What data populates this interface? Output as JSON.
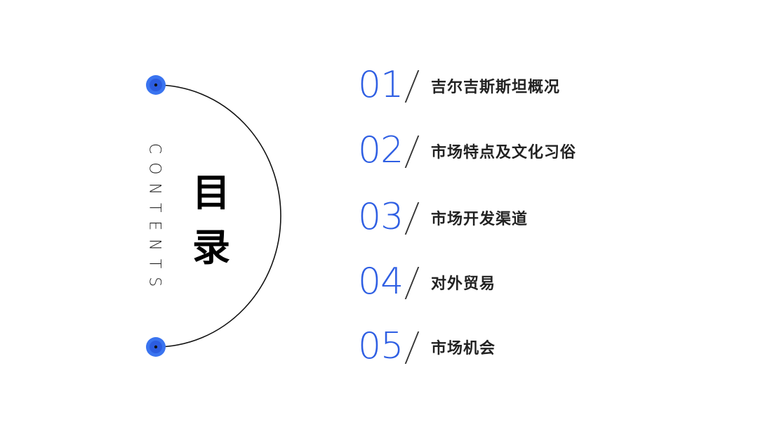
{
  "slide": {
    "title_cn": [
      "目",
      "录"
    ],
    "title_en": "CONTENTS",
    "colors": {
      "accent_blue": "#2f5fe3",
      "dot_outer": "#3a74f0",
      "dot_inner": "#2c5de0",
      "dot_center": "#111111",
      "arc_line": "#111111",
      "text_dark": "#222222",
      "background": "#ffffff"
    },
    "decorations": {
      "top_dot_icon": "circle-dot-icon",
      "bottom_dot_icon": "circle-dot-icon",
      "arc": "semicircle-arc"
    }
  },
  "toc": {
    "items": [
      {
        "number": "01",
        "separator": "/",
        "label": "吉尔吉斯斯坦概况"
      },
      {
        "number": "02",
        "separator": "/",
        "label": "市场特点及文化习俗"
      },
      {
        "number": "03",
        "separator": "/",
        "label": "市场开发渠道"
      },
      {
        "number": "04",
        "separator": "/",
        "label": "对外贸易"
      },
      {
        "number": "05",
        "separator": "/",
        "label": "市场机会"
      }
    ]
  }
}
